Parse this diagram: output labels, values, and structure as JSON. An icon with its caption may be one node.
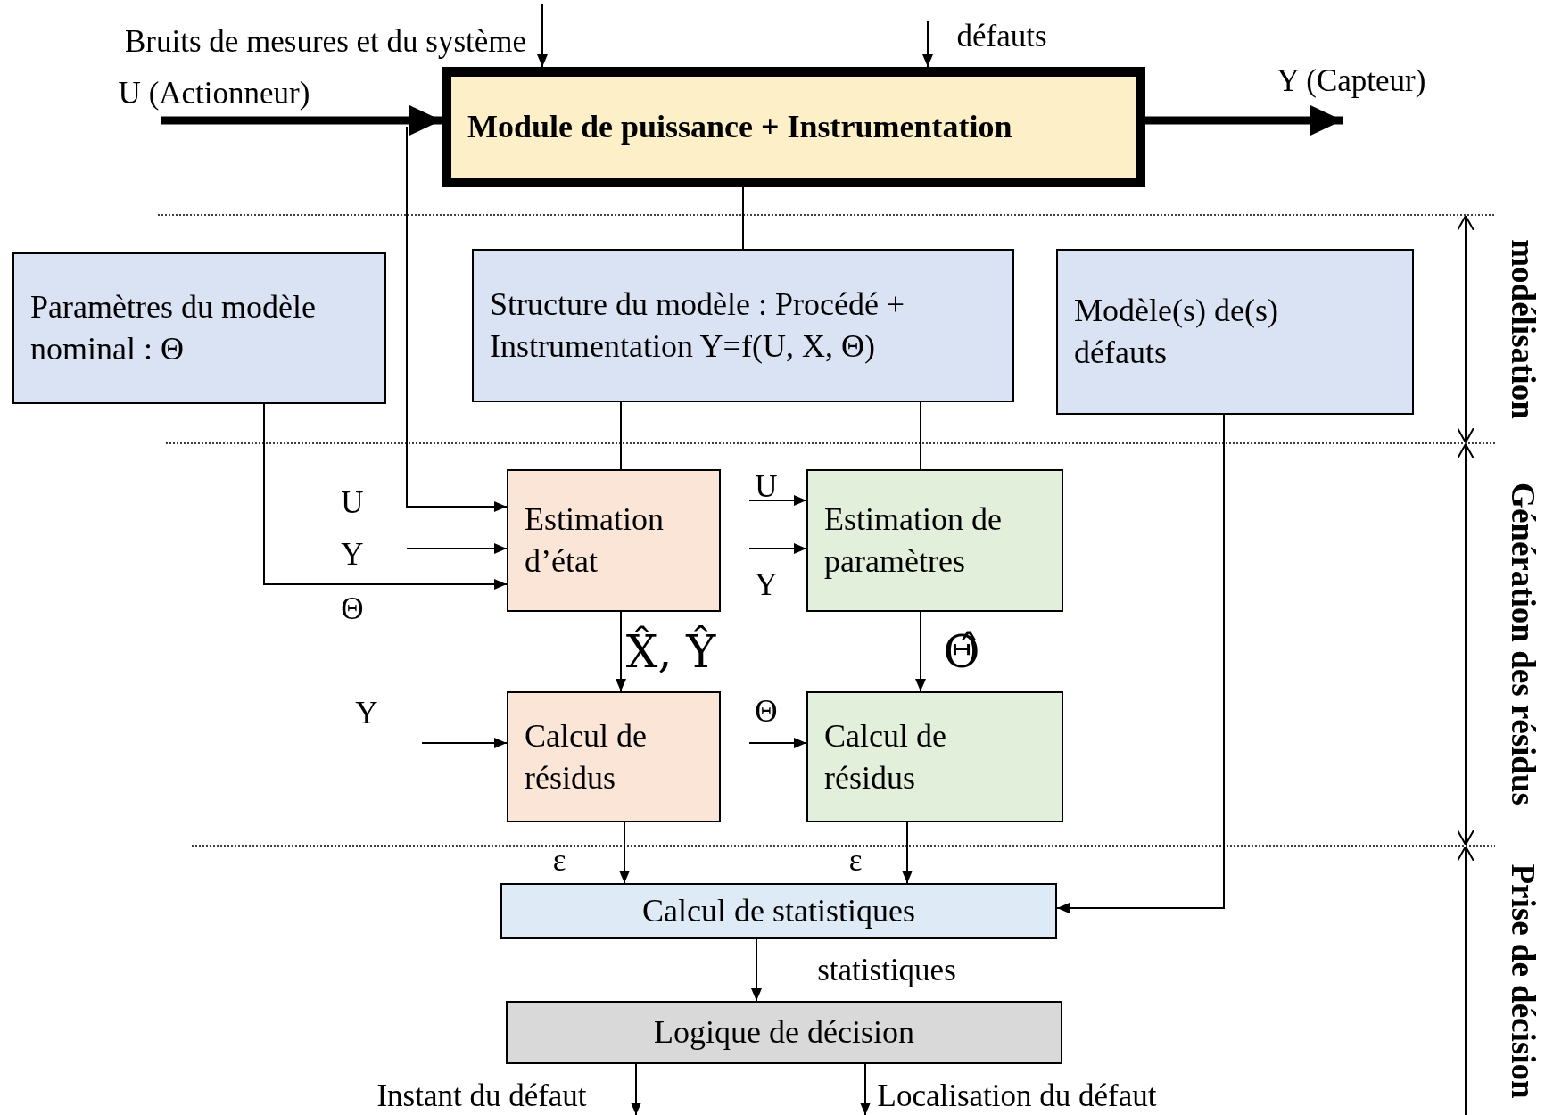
{
  "diagram": {
    "nodes": [
      {
        "text": [
          "Module de puissance + Instrumentation"
        ]
      },
      {
        "text": [
          "Paramètres du modèle nominal : Θ"
        ]
      },
      {
        "text": [
          "Structure du modèle : Procédé + Instrumentation Y=f(U, X, Θ)"
        ]
      },
      {
        "text": [
          "Modèle(s) de(s) défauts"
        ]
      },
      {
        "text": [
          "Estimation d’état"
        ]
      },
      {
        "text": [
          "Estimation de paramètres"
        ]
      },
      {
        "text": [
          "Calcul de résidus"
        ]
      },
      {
        "text": [
          "Calcul de résidus"
        ]
      },
      {
        "text": [
          "Calcul de statistiques"
        ]
      },
      {
        "text": [
          "Logique de décision"
        ]
      }
    ],
    "edges": [
      {
        "from": null,
        "to": 0,
        "arrow": "to",
        "label": "U (Actionneur)",
        "style": "thick"
      },
      {
        "from": 0,
        "to": null,
        "arrow": "to",
        "label": "Y (Capteur)",
        "style": "thick"
      },
      {
        "from": null,
        "to": 0,
        "arrow": "to",
        "label": "Bruits de mesures et du système"
      },
      {
        "from": null,
        "to": 0,
        "arrow": "to",
        "label": "défauts"
      },
      {
        "from": 0,
        "to": 2,
        "arrow": "none"
      },
      {
        "from": 2,
        "to": 4,
        "arrow": "none"
      },
      {
        "from": 2,
        "to": 5,
        "arrow": "none"
      },
      {
        "from": null,
        "to": 4,
        "arrow": "to",
        "label": "U"
      },
      {
        "from": null,
        "to": 4,
        "arrow": "to",
        "label": "Y"
      },
      {
        "from": 1,
        "to": 4,
        "arrow": "to",
        "label": "Θ"
      },
      {
        "from": null,
        "to": 5,
        "arrow": "to",
        "label": "U"
      },
      {
        "from": null,
        "to": 5,
        "arrow": "to",
        "label": "Y"
      },
      {
        "from": 4,
        "to": 6,
        "arrow": "to",
        "label": "X̂, Ŷ"
      },
      {
        "from": 5,
        "to": 7,
        "arrow": "to",
        "label": "Θ̂"
      },
      {
        "from": null,
        "to": 6,
        "arrow": "to",
        "label": "Y"
      },
      {
        "from": null,
        "to": 7,
        "arrow": "to",
        "label": "Θ"
      },
      {
        "from": 6,
        "to": 8,
        "arrow": "to",
        "label": "ε"
      },
      {
        "from": 7,
        "to": 8,
        "arrow": "to",
        "label": "ε"
      },
      {
        "from": 3,
        "to": 8,
        "arrow": "to"
      },
      {
        "from": 8,
        "to": 9,
        "arrow": "to",
        "label": "statistiques"
      },
      {
        "from": 9,
        "to": null,
        "arrow": "to",
        "label": "Instant du défaut"
      },
      {
        "from": 9,
        "to": null,
        "arrow": "to",
        "label": "Localisation du défaut"
      }
    ],
    "labels": [
      "modélisation",
      "Génération des résidus",
      "Prise de décision"
    ]
  }
}
